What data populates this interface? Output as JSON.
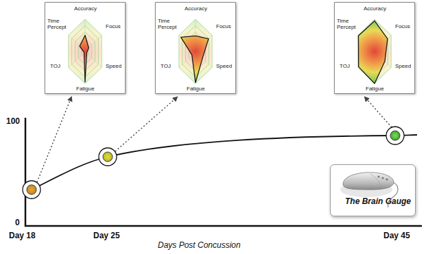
{
  "diagram": {
    "nodes": [
      {
        "text": [
          "Accuracy",
          "Focus",
          "Speed",
          "Fatigue",
          "TOJ",
          "Time Percept"
        ]
      },
      {
        "text": [
          "Accuracy",
          "Focus",
          "Speed",
          "Fatigue",
          "TOJ",
          "Time Percept"
        ]
      },
      {
        "text": [
          "Accuracy",
          "Focus",
          "Speed",
          "Fatigue",
          "TOJ",
          "Time Percept"
        ]
      },
      {
        "text": [
          "The Brain Gauge"
        ]
      }
    ],
    "labels": [
      "100",
      "0",
      "Day 18",
      "Day 25",
      "Day 45",
      "Days Post Concussion"
    ]
  }
}
